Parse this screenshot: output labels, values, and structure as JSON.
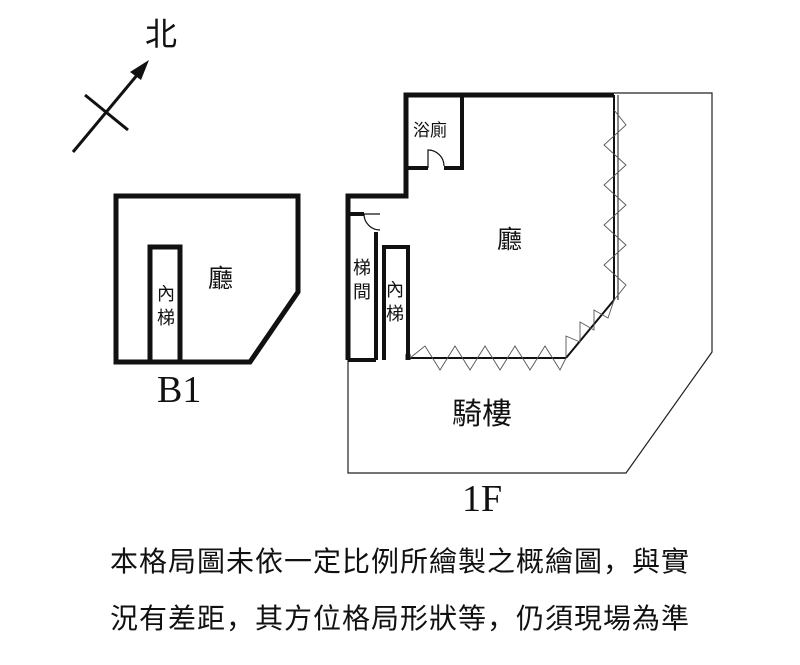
{
  "compass": {
    "north_label": "北"
  },
  "b1": {
    "floor_label": "B1",
    "hall_label": "廳",
    "inner_stair_label_line1": "內",
    "inner_stair_label_line2": "梯"
  },
  "f1": {
    "floor_label": "1F",
    "bathroom_label": "浴廁",
    "hall_label": "廳",
    "stairwell_label_line1": "梯",
    "stairwell_label_line2": "間",
    "inner_stair_label_line1": "內",
    "inner_stair_label_line2": "梯",
    "arcade_label": "騎樓"
  },
  "disclaimer": {
    "line1": "本格局圖未依一定比例所繪製之概繪圖，與實",
    "line2": "況有差距，其方位格局形狀等，仍須現場為準"
  }
}
